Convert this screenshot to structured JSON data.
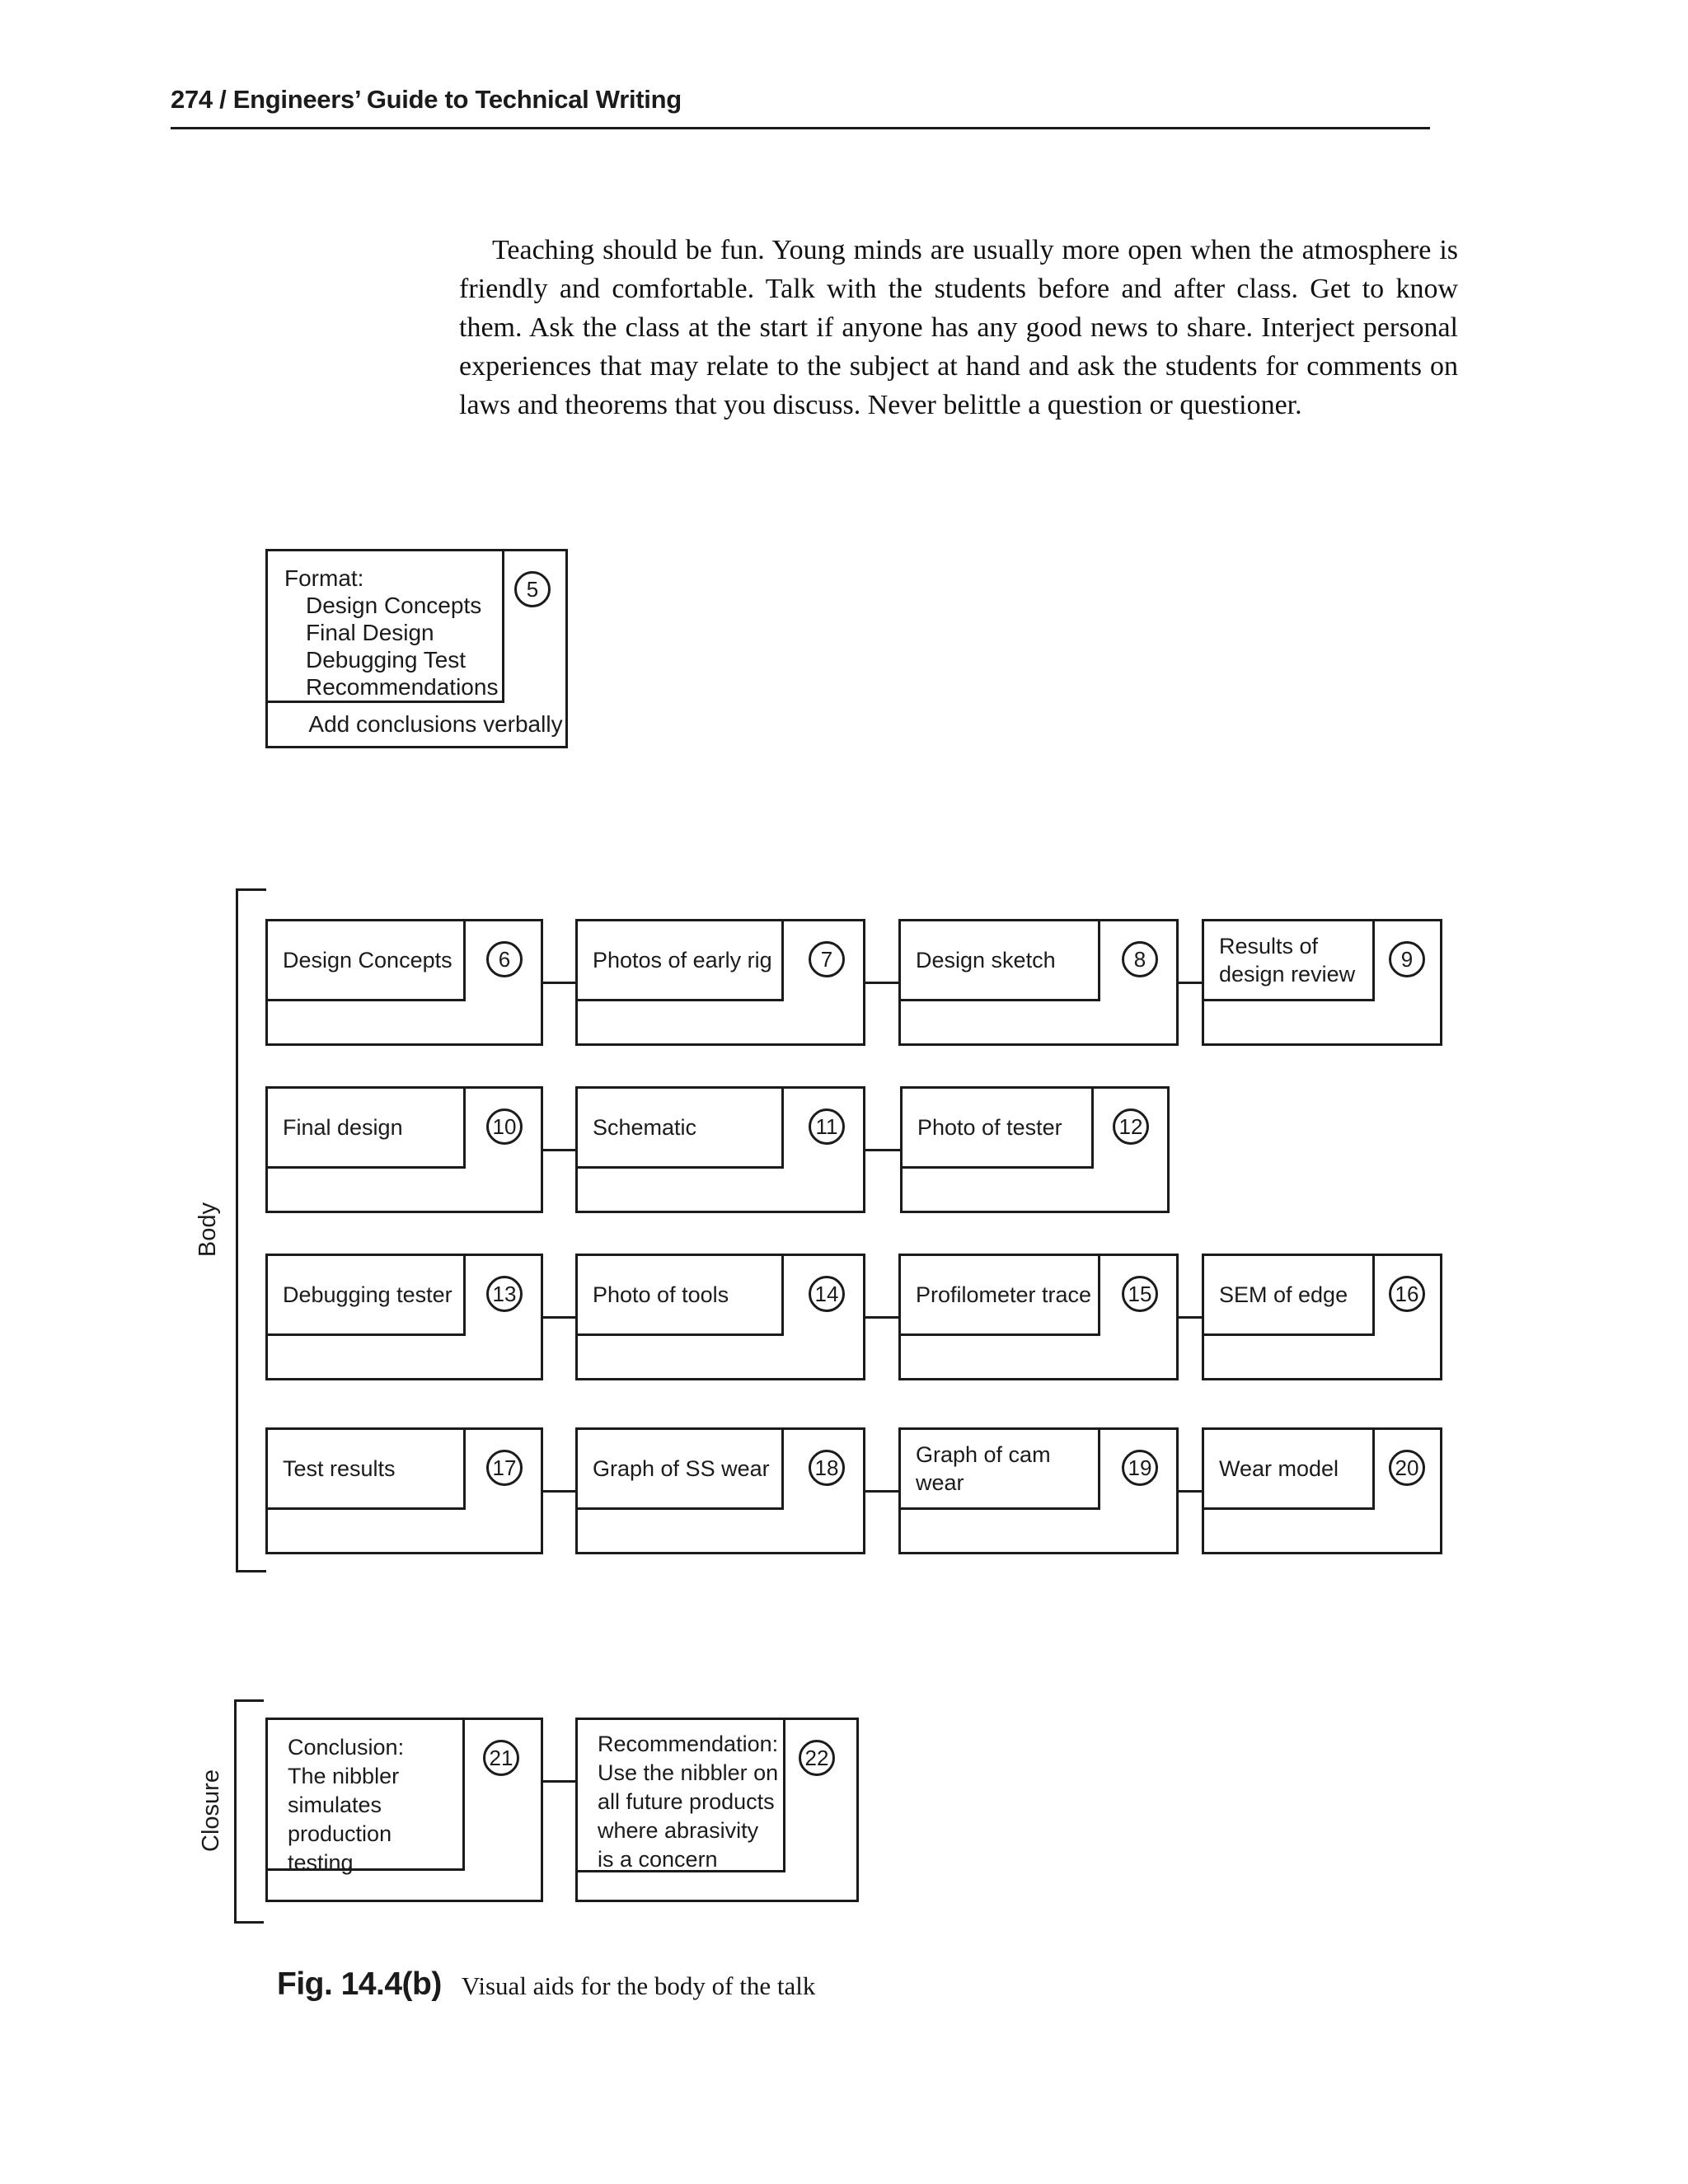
{
  "header": {
    "title": "274 / Engineers’ Guide to Technical Writing"
  },
  "intro_paragraph": "Teaching should be fun. Young minds are usually more open when the atmosphere is friendly and comfortable. Talk with the students before and after class. Get to know them. Ask the class at the start if anyone has any good news to share. Interject personal experiences that may relate to the subject at hand and ask the students for comments on laws and theorems that you discuss. Never belittle a question or questioner.",
  "format_slide": {
    "number": "5",
    "title": "Format:",
    "items": [
      "Design Concepts",
      "Final Design",
      "Debugging Test",
      "Recommendations"
    ],
    "note": "Add conclusions verbally"
  },
  "body_section": {
    "label": "Body",
    "rows": [
      {
        "slides": [
          {
            "number": "6",
            "label": "Design Concepts"
          },
          {
            "number": "7",
            "label": "Photos of early rig"
          },
          {
            "number": "8",
            "label": "Design sketch"
          },
          {
            "number": "9",
            "label": "Results of\ndesign review"
          }
        ]
      },
      {
        "slides": [
          {
            "number": "10",
            "label": "Final design"
          },
          {
            "number": "11",
            "label": "Schematic"
          },
          {
            "number": "12",
            "label": "Photo of tester"
          }
        ]
      },
      {
        "slides": [
          {
            "number": "13",
            "label": "Debugging tester"
          },
          {
            "number": "14",
            "label": "Photo of tools"
          },
          {
            "number": "15",
            "label": "Profilometer trace"
          },
          {
            "number": "16",
            "label": "SEM of edge"
          }
        ]
      },
      {
        "slides": [
          {
            "number": "17",
            "label": "Test results"
          },
          {
            "number": "18",
            "label": "Graph of SS wear"
          },
          {
            "number": "19",
            "label": "Graph of cam wear"
          },
          {
            "number": "20",
            "label": "Wear model"
          }
        ]
      }
    ]
  },
  "closure_section": {
    "label": "Closure",
    "slides": [
      {
        "number": "21",
        "label": "Conclusion:\nThe nibbler\nsimulates\nproduction testing"
      },
      {
        "number": "22",
        "label": "Recommendation:\nUse the nibbler on\nall future products\nwhere abrasivity\nis a concern"
      }
    ]
  },
  "caption": {
    "label": "Fig. 14.4(b)",
    "text": "Visual aids for the body of the talk"
  }
}
